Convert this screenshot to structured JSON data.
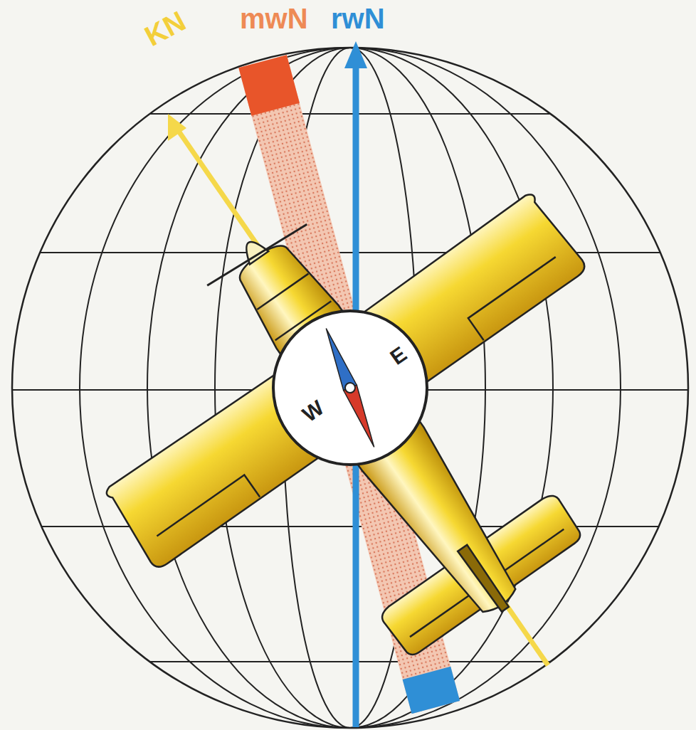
{
  "diagram": {
    "labels": [
      "KN",
      "mwN",
      "rwN",
      "W",
      "E"
    ]
  }
}
